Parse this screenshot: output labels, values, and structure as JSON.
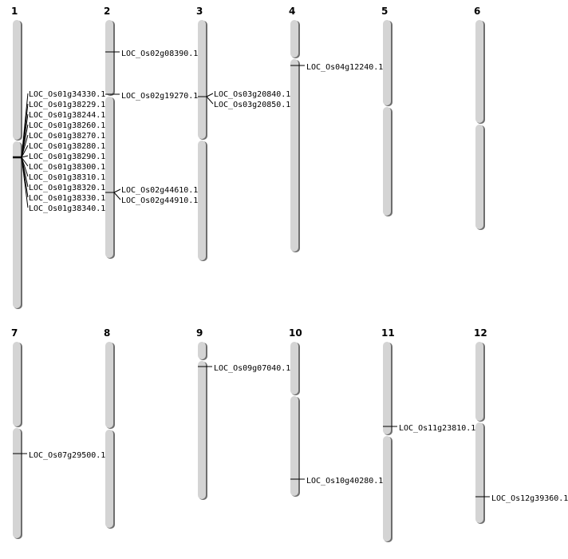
{
  "colors": {
    "chromosome": "#d4d4d4",
    "chromosome_edge": "#6e6e6e",
    "marker": "#000000"
  },
  "chromosomes": [
    {
      "name": "1",
      "genes": [
        "LOC_Os01g34330.1",
        "LOC_Os01g38229.1",
        "LOC_Os01g38244.1",
        "LOC_Os01g38260.1",
        "LOC_Os01g38270.1",
        "LOC_Os01g38280.1",
        "LOC_Os01g38290.1",
        "LOC_Os01g38300.1",
        "LOC_Os01g38310.1",
        "LOC_Os01g38320.1",
        "LOC_Os01g38330.1",
        "LOC_Os01g38340.1"
      ]
    },
    {
      "name": "2",
      "genes": [
        "LOC_Os02g08390.1",
        "LOC_Os02g19270.1",
        "LOC_Os02g44610.1",
        "LOC_Os02g44910.1"
      ]
    },
    {
      "name": "3",
      "genes": [
        "LOC_Os03g20840.1",
        "LOC_Os03g20850.1"
      ]
    },
    {
      "name": "4",
      "genes": [
        "LOC_Os04g12240.1"
      ]
    },
    {
      "name": "5",
      "genes": []
    },
    {
      "name": "6",
      "genes": []
    },
    {
      "name": "7",
      "genes": [
        "LOC_Os07g29500.1"
      ]
    },
    {
      "name": "8",
      "genes": []
    },
    {
      "name": "9",
      "genes": [
        "LOC_Os09g07040.1"
      ]
    },
    {
      "name": "10",
      "genes": [
        "LOC_Os10g40280.1"
      ]
    },
    {
      "name": "11",
      "genes": [
        "LOC_Os11g23810.1"
      ]
    },
    {
      "name": "12",
      "genes": [
        "LOC_Os12g39360.1"
      ]
    }
  ]
}
